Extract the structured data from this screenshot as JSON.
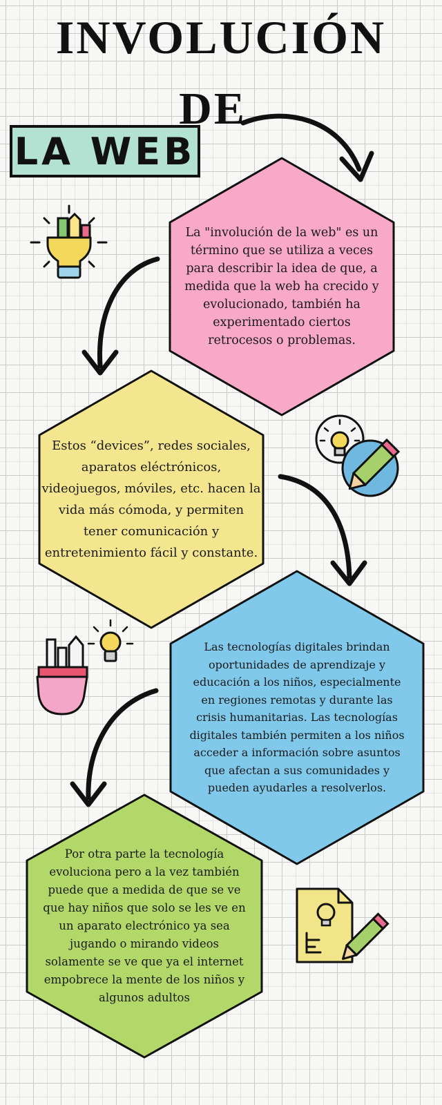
{
  "header": {
    "title_line1": "INVOLUCIÓN",
    "title_line2": "DE",
    "subtitle": "LA WEB"
  },
  "cards": [
    {
      "color": "#f7a9c7",
      "text": "La \"involución de la web\" es un término que se utiliza a veces para describir la idea de que, a medida que la web ha crecido y evolucionado, también ha experimentado ciertos retrocesos o problemas."
    },
    {
      "color": "#f4e68f",
      "text": "Estos “devices”, redes sociales, aparatos eléctrónicos, videojuegos, móviles, etc. hacen la vida más cómoda, y permiten tener comunicación y entretenimiento fácil y constante."
    },
    {
      "color": "#80c9ea",
      "text": "Las tecnologías digitales brindan oportunidades de aprendizaje y educación a los niños, especialmente en regiones remotas y durante las crisis humanitarias. Las tecnologías digitales también permiten a los niños acceder a información sobre asuntos que afectan a sus comunidades y pueden ayudarles a resolverlos."
    },
    {
      "color": "#b2d869",
      "text": "Por otra parte la tecnología evoluciona pero a la vez también puede que a medida de que se ve que hay  niños que solo se les ve en un aparato electrónico ya sea jugando o mirando videos solamente se ve que ya el internet empobrece la mente de los niños y algunos adultos"
    }
  ],
  "icons": [
    "lightbulb-pencils-icon",
    "lightbulb-pencil-icon",
    "pencil-cup-lightbulb-icon",
    "document-pencil-icon"
  ],
  "colors": {
    "subtitle_bg": "#b3e1d2",
    "outline": "#111111"
  }
}
